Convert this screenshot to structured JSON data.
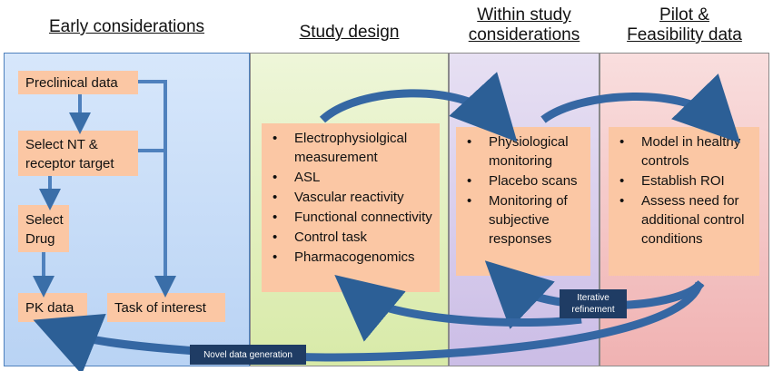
{
  "headers": {
    "early": "Early considerations",
    "study_design": "Study design",
    "within_line1": "Within study",
    "within_line2": "considerations",
    "pilot_line1": "Pilot &",
    "pilot_line2": "Feasibility data"
  },
  "early_boxes": {
    "preclinical": "Preclinical data",
    "select_nt_line1": "Select NT &",
    "select_nt_line2": "receptor target",
    "select_drug_line1": "Select",
    "select_drug_line2": "Drug",
    "pk": "PK data",
    "task": "Task of interest"
  },
  "study_design_items": [
    "Electrophysiolgical measurement",
    "ASL",
    "Vascular reactivity",
    "Functional connectivity",
    "Control task",
    "Pharmacogenomics"
  ],
  "within_items": [
    "Physiological monitoring",
    "Placebo scans",
    "Monitoring of subjective responses"
  ],
  "pilot_items": [
    "Model in healthy controls",
    "Establish ROI",
    "Assess need for additional control conditions"
  ],
  "labels": {
    "iterative_line1": "Iterative",
    "iterative_line2": "refinement",
    "novel": "Novel data generation"
  },
  "colors": {
    "box_fill": "#fbc7a4",
    "arrow": "#4f81bd",
    "label_fill": "#1f3c64"
  }
}
